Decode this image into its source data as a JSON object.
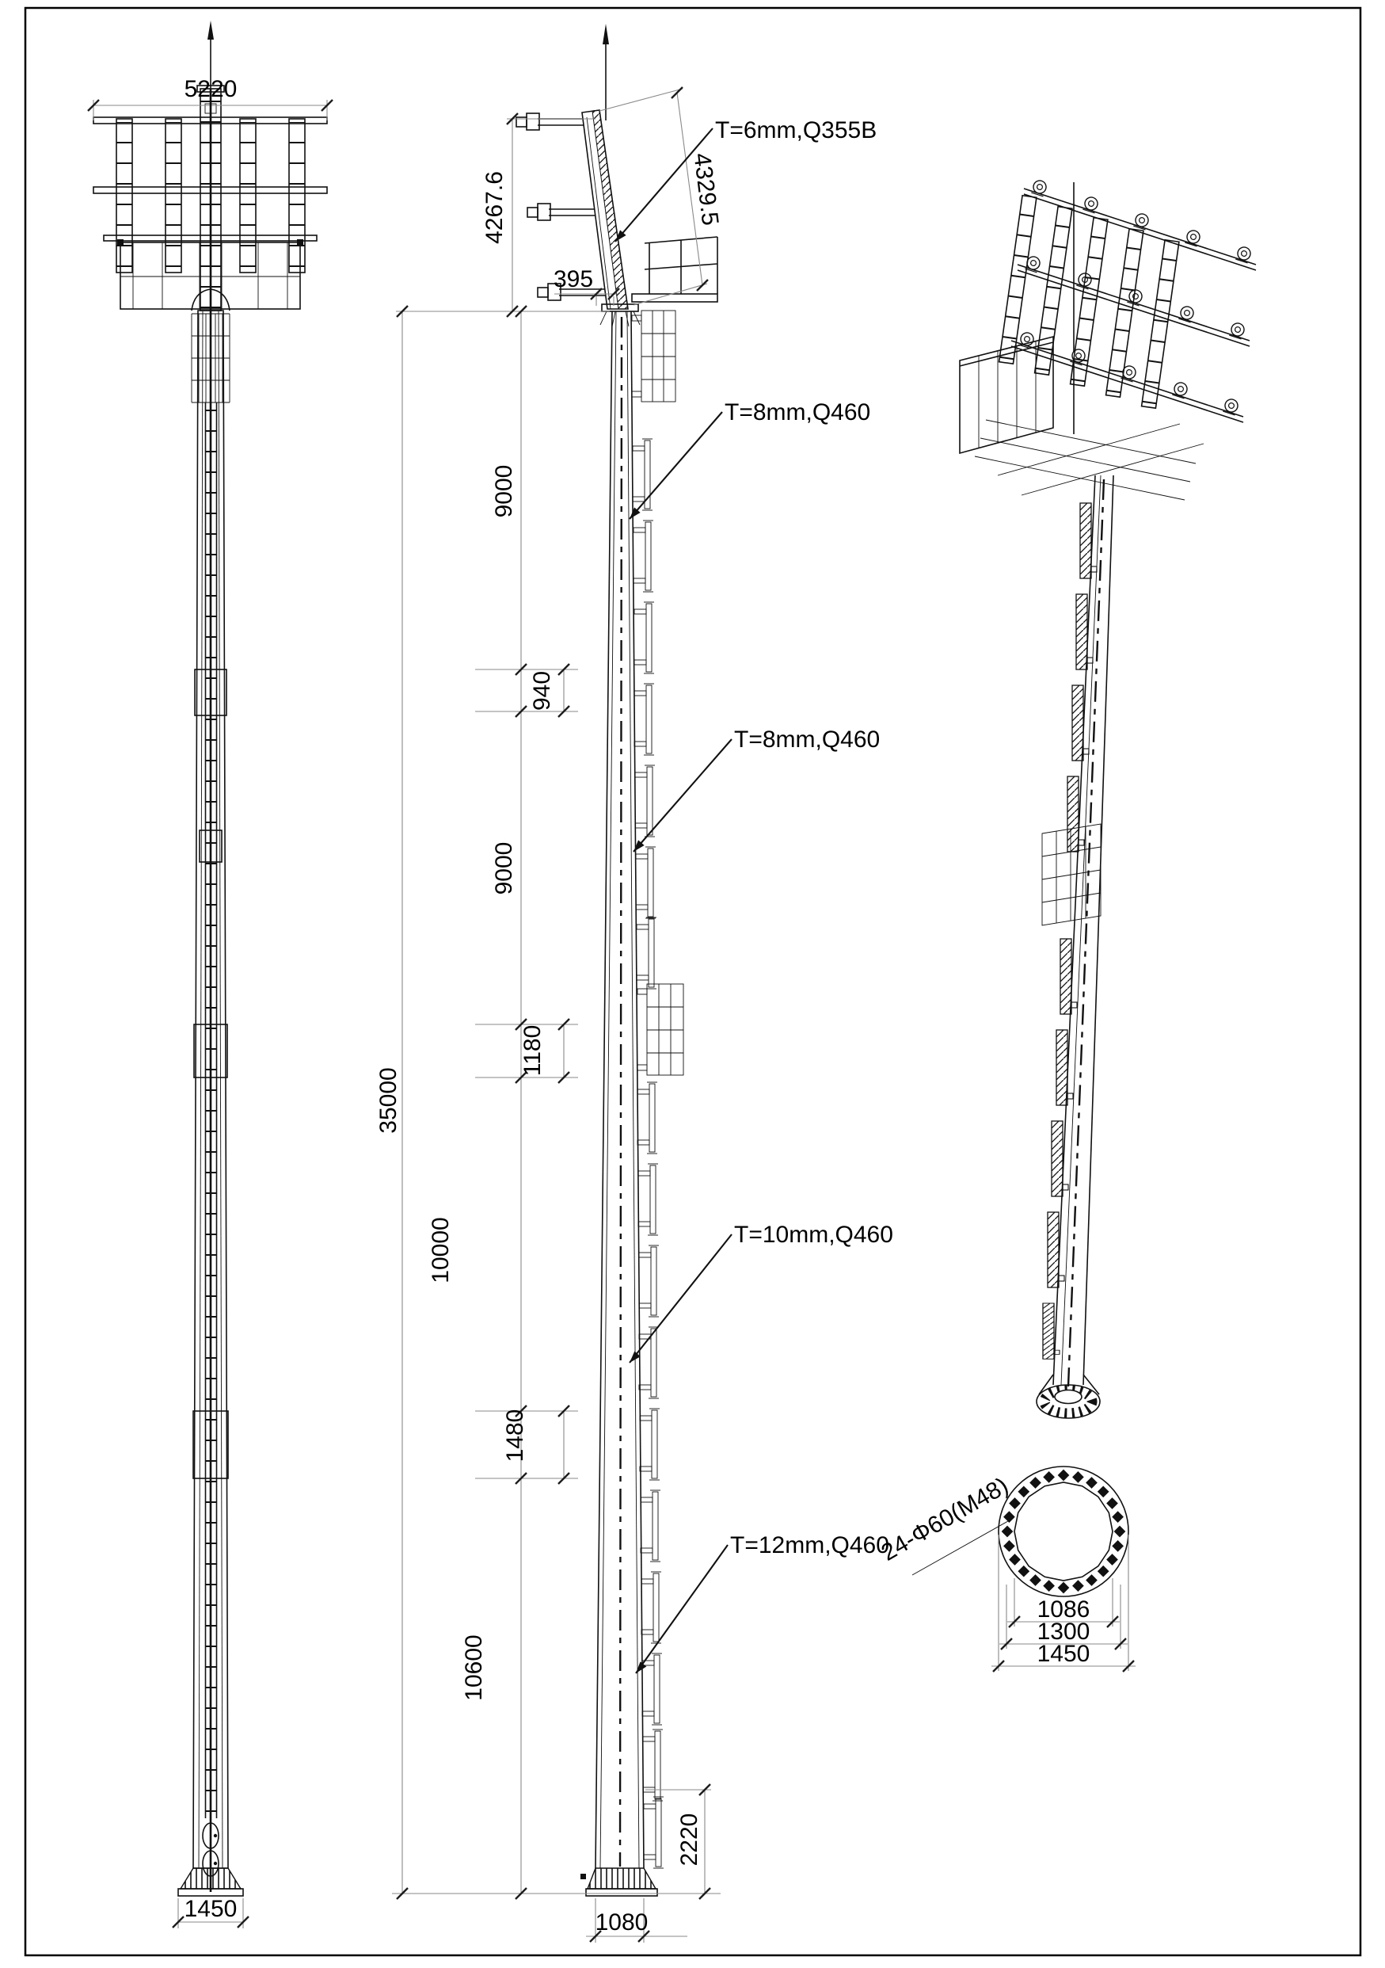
{
  "page": {
    "background": "#ffffff",
    "ink": "#111111",
    "dim_ink": "#8a8a8a"
  },
  "front_view": {
    "dim_top_width": "5220",
    "dim_base_width": "1450"
  },
  "side_view": {
    "callout_boom": "T=6mm,Q355B",
    "callout_upper": "T=8mm,Q460",
    "callout_upper_mid": "T=8mm,Q460",
    "callout_lower_mid": "T=10mm,Q460",
    "callout_base": "T=12mm,Q460",
    "dim_boom_vertical": "4267.6",
    "dim_boom_slant": "4329.5",
    "dim_top_diameter": "395",
    "dim_total_height": "35000",
    "dim_sections": [
      "9000",
      "940",
      "9000",
      "1180",
      "10000",
      "1480",
      "10600"
    ],
    "dim_bottom_segment": "2220",
    "dim_base_diameter": "1080"
  },
  "flange_detail": {
    "callout_bolts": "24-Φ60(M48)",
    "dim_inner": "1086",
    "dim_bolt_circle": "1300",
    "dim_outer": "1450"
  }
}
